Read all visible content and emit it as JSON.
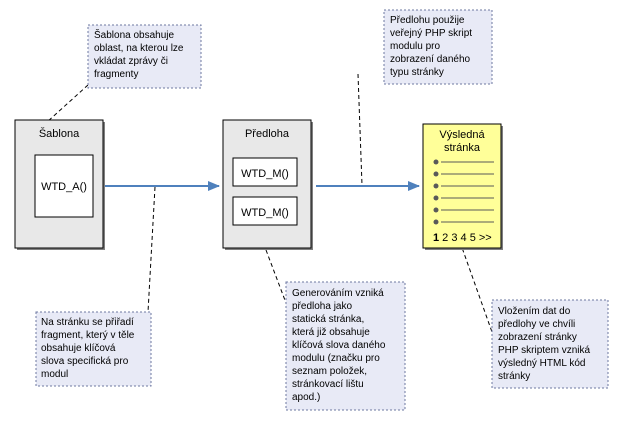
{
  "template_box": {
    "title": "Šablona",
    "area_label": "WTD_A()"
  },
  "draft_box": {
    "title": "Předloha",
    "slots": [
      "WTD_M()",
      "WTD_M()"
    ]
  },
  "result_box": {
    "title_lines": [
      "Výsledná",
      "stránka"
    ],
    "pager_current": "1",
    "pager_rest": " 2 3 4 5 >>"
  },
  "notes": {
    "template_note": [
      "Šablona obsahuje",
      "oblast, na kterou lze",
      "vkládat zprávy či",
      "fragmenty"
    ],
    "php_note": [
      "Předlohu použije",
      "veřejný PHP skript",
      "modulu pro",
      "zobrazení daného",
      "typu stránky"
    ],
    "fragment_note": [
      "Na stránku se přiřadí",
      "fragment, který v těle",
      "obsahuje klíčová",
      "slova specifická pro",
      "modul"
    ],
    "generation_note": [
      "Generováním vzniká",
      "předloha jako",
      "statická stránka,",
      "která již obsahuje",
      "klíčová slova daného",
      "modulu (značku pro",
      "seznam položek,",
      "stránkovací lištu",
      "apod.)"
    ],
    "insertion_note": [
      "Vložením dat do",
      "předlohy ve chvíli",
      "zobrazení stránky",
      "PHP skriptem vzniká",
      "výsledný HTML kód",
      "stránky"
    ]
  },
  "colors": {
    "box_fill": "#e8e8e8",
    "result_fill": "#ffff99",
    "note_fill": "#e8eaf6",
    "arrow": "#4f81bd",
    "list_bullet": "#595959"
  }
}
